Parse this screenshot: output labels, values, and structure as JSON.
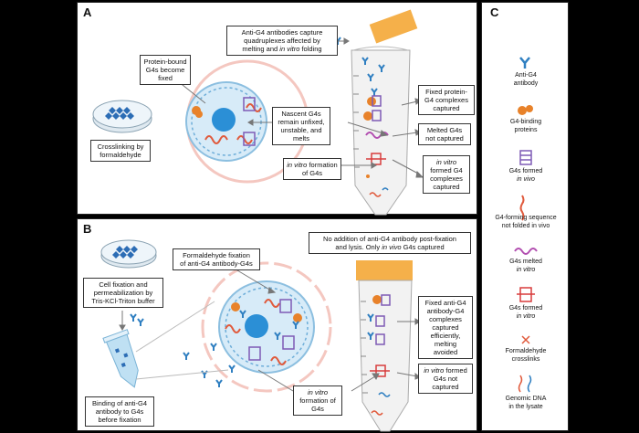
{
  "panels": {
    "a": "A",
    "b": "B",
    "c": "C"
  },
  "panel_a": {
    "antibody_capture": [
      "Anti-G4 antibodies capture",
      "quadruplexes affected by",
      "melting and ",
      "in vitro",
      " folding"
    ],
    "protein_bound": [
      "Protein-bound",
      "G4s become",
      "fixed"
    ],
    "crosslinking": [
      "Crosslinking by",
      "formaldehyde"
    ],
    "nascent": [
      "Nascent G4s",
      "remain unfixed,",
      "unstable, and",
      "melts"
    ],
    "in_vitro_formation": [
      "in vitro",
      " formation",
      "of G4s"
    ],
    "fixed_captured": [
      "Fixed protein-",
      "G4 complexes",
      "captured"
    ],
    "melted_not_captured": [
      "Melted G4s",
      "not captured"
    ],
    "in_vitro_captured": [
      "in vitro",
      "formed G4",
      "complexes",
      "captured"
    ]
  },
  "panel_b": {
    "no_addition": [
      "No addition of anti-G4 antibody post-fixation",
      "and lysis. Only ",
      "in vivo",
      " G4s captured"
    ],
    "fixation_label": [
      "Formaldehyde fixation",
      "of anti-G4 antibody-G4s"
    ],
    "cell_fixation": [
      "Cell fixation and",
      "permeabilization by",
      "Tris-KCl-Triton buffer"
    ],
    "binding": [
      "Binding of anti-G4",
      "antibody to G4s",
      "before fixation"
    ],
    "in_vitro_formation": [
      "in vitro",
      "formation of",
      "G4s"
    ],
    "fixed_efficient": [
      "Fixed anti-G4",
      "antibody-G4",
      "complexes",
      "captured",
      "efficiently,",
      "melting avoided"
    ],
    "in_vitro_not_captured": [
      "in vitro",
      " formed",
      "G4s not captured"
    ]
  },
  "legend": [
    {
      "icon": "antibody-icon",
      "lines": [
        "Anti-G4",
        "antibody"
      ]
    },
    {
      "icon": "g4-binding-protein-icon",
      "lines": [
        "G4-binding",
        "proteins"
      ]
    },
    {
      "icon": "g4-in-vivo-icon",
      "lines": [
        "G4s formed",
        "in vivo"
      ]
    },
    {
      "icon": "unfolded-sequence-icon",
      "lines": [
        "G4-forming sequence",
        "not folded in vivo"
      ]
    },
    {
      "icon": "melted-g4-icon",
      "lines": [
        "G4s melted",
        "in vitro"
      ]
    },
    {
      "icon": "g4-in-vitro-icon",
      "lines": [
        "G4s formed",
        "in vitro"
      ]
    },
    {
      "icon": "crosslink-icon",
      "lines": [
        "Formaldehyde",
        "crosslinks"
      ]
    },
    {
      "icon": "genomic-dna-icon",
      "lines": [
        "Genomic DNA",
        "in the lysate"
      ]
    }
  ],
  "colors": {
    "antibody": "#2f7fc1",
    "protein": "#e8822a",
    "g4_vivo": "#7e5bb5",
    "unfolded": "#e05a3c",
    "melted": "#b24fb0",
    "g4_vitro": "#d83c3c",
    "cell": "#5fa8d8",
    "nucleus": "#2b8fd6",
    "cap": "#f5b04a"
  }
}
